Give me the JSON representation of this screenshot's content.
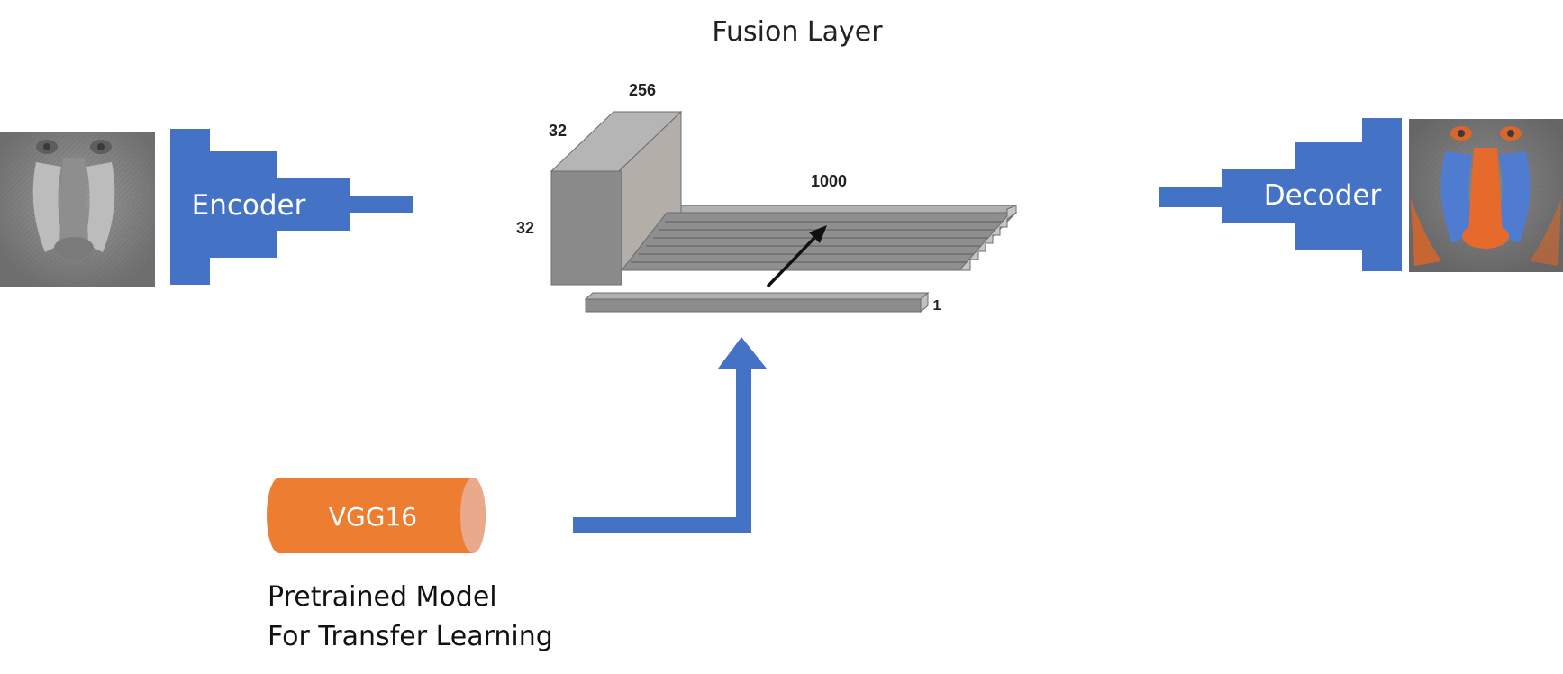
{
  "title": "Fusion Layer",
  "encoder": {
    "label": "Encoder"
  },
  "decoder": {
    "label": "Decoder"
  },
  "fusion": {
    "dims": {
      "width": "256",
      "height": "32",
      "depth": "32",
      "vector": "1000",
      "thin": "1"
    }
  },
  "pretrained": {
    "model_label": "VGG16",
    "caption_line1": "Pretrained Model",
    "caption_line2": "For Transfer Learning"
  },
  "colors": {
    "blue": "#4472C4",
    "orange": "#ED7D31",
    "gray_block": "#8c8c8c",
    "gray_top": "#a9a9a9",
    "gray_side": "#b8b3ad"
  }
}
